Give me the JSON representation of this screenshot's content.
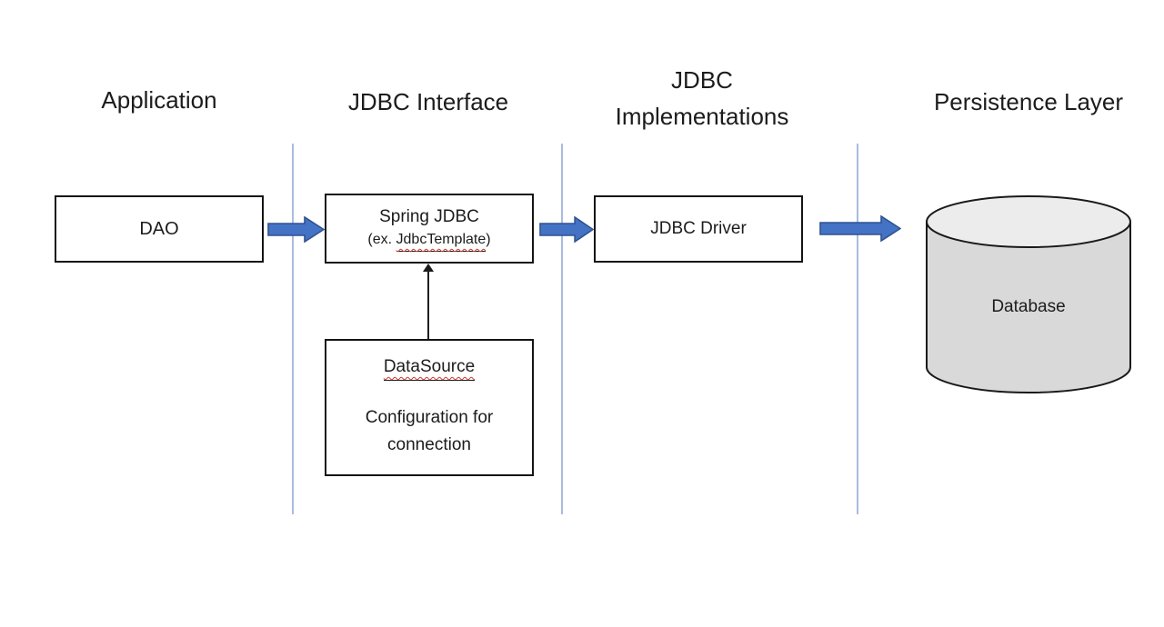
{
  "diagram": {
    "columns": [
      {
        "label": "Application"
      },
      {
        "label": "JDBC Interface"
      },
      {
        "label": "JDBC\nImplementations"
      },
      {
        "label": "Persistence Layer"
      }
    ],
    "nodes": {
      "dao": {
        "label": "DAO"
      },
      "spring_jdbc": {
        "title": "Spring JDBC",
        "subtitle_prefix": "(ex. ",
        "subtitle_term": "JdbcTemplate",
        "subtitle_suffix": ")"
      },
      "jdbc_driver": {
        "label": "JDBC Driver"
      },
      "datasource": {
        "title": "DataSource",
        "body": "Configuration for\nconnection"
      },
      "database": {
        "label": "Database"
      }
    },
    "colors": {
      "arrow_fill": "#4472c4",
      "arrow_stroke": "#2f528f",
      "divider": "#a9bcdf",
      "box_border": "#141414",
      "cylinder_body": "#d9d9d9",
      "cylinder_top": "#ececec",
      "cylinder_stroke": "#1a1a1a",
      "misspell_squiggle": "#cf3a2e"
    }
  }
}
